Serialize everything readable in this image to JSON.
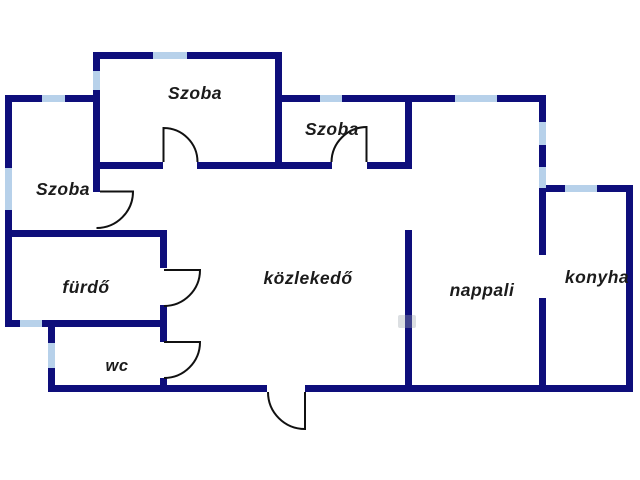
{
  "diagram": {
    "type": "floor-plan",
    "language": "hu",
    "colors": {
      "wall": "#0e0e7b",
      "window": "#b7d1ea",
      "door": "#111111",
      "label": "#1b1b1b",
      "background": "#ffffff"
    },
    "rooms": [
      {
        "id": "szoba-top",
        "label": "Szoba"
      },
      {
        "id": "szoba-middle",
        "label": "Szoba"
      },
      {
        "id": "szoba-left",
        "label": "Szoba"
      },
      {
        "id": "furdo",
        "label": "fürdő"
      },
      {
        "id": "wc",
        "label": "wc"
      },
      {
        "id": "kozlekedo",
        "label": "közlekedő"
      },
      {
        "id": "nappali",
        "label": "nappali"
      },
      {
        "id": "konyha",
        "label": "konyha"
      }
    ]
  }
}
